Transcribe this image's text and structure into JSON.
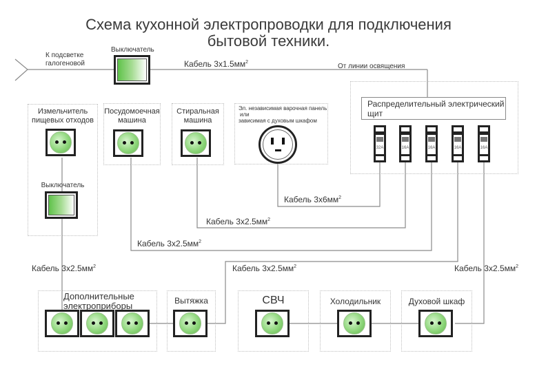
{
  "title": {
    "line1": "Схема кухонной электропроводки для подключения",
    "line2": "бытовой техники."
  },
  "top": {
    "halogen_label_1": "К подсветке",
    "halogen_label_2": "галогеновой",
    "switch_label": "Выключатель",
    "cable_label": "Кабель 3x1.5мм",
    "cable_sup": "2",
    "lighting_line_label": "От линии освящения"
  },
  "panel": {
    "label": "Распределительный электрический щит",
    "breakers": [
      {
        "rating": "32A"
      },
      {
        "rating": "16A"
      },
      {
        "rating": "16A"
      },
      {
        "rating": "16A"
      },
      {
        "rating": "16A"
      }
    ]
  },
  "appliances_top": {
    "grinder_1": "Измельчитель",
    "grinder_2": "пищевых отходов",
    "grinder_switch": "Выключатель",
    "dishwasher_1": "Посудомоечная",
    "dishwasher_2": "машина",
    "washer_1": "Стиральная",
    "washer_2": "машина",
    "hob_1": "Эл. независимая варочная панель",
    "hob_2": "или",
    "hob_3": "зависимая с духовым шкафом"
  },
  "cables": {
    "hob": "Кабель 3x6мм",
    "washer": "Кабель 3x2.5мм",
    "dishwasher": "Кабель 3x2.5мм",
    "left": "Кабель 3x2.5мм",
    "hood_line": "Кабель 3x2.5мм",
    "right": "Кабель 3x2.5мм",
    "sup": "2"
  },
  "appliances_bottom": {
    "extra_1": "Дополнительные",
    "extra_2": "электроприборы",
    "hood": "Вытяжка",
    "microwave": "СВЧ",
    "fridge": "Холодильник",
    "oven": "Духовой шкаф"
  }
}
